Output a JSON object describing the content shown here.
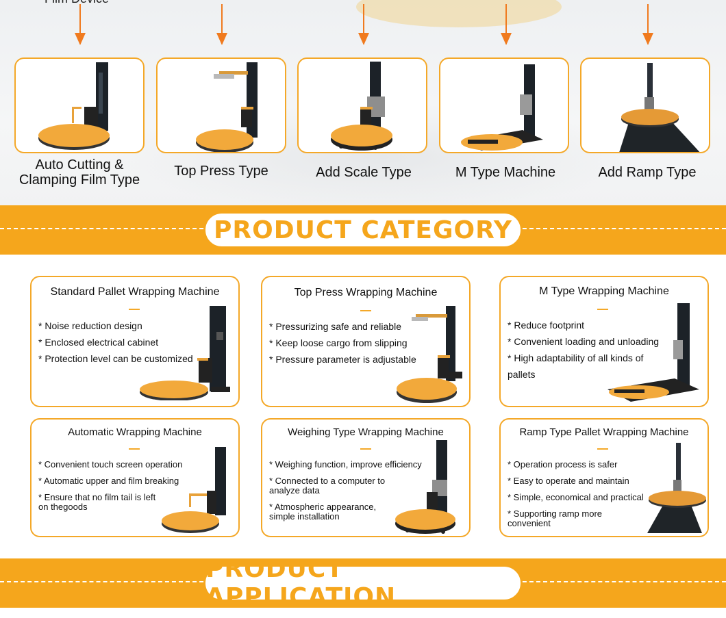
{
  "top_section": {
    "cut_text": "Film Device",
    "types": [
      {
        "label": "Auto Cutting & Clamping Film Type",
        "icon": "machine-basic"
      },
      {
        "label": "Top Press Type",
        "icon": "machine-top-press"
      },
      {
        "label": "Add Scale Type",
        "icon": "machine-scale"
      },
      {
        "label": "M Type Machine",
        "icon": "machine-m-type"
      },
      {
        "label": "Add Ramp Type",
        "icon": "machine-ramp"
      }
    ]
  },
  "category_band": {
    "title": "PRODUCT CATEGORY"
  },
  "products": [
    {
      "title": "Standard Pallet Wrapping Machine",
      "features": [
        "* Noise reduction design",
        "* Enclosed electrical cabinet",
        "* Protection level can be customized"
      ]
    },
    {
      "title": "Top Press Wrapping Machine",
      "features": [
        "* Pressurizing safe and reliable",
        "* Keep loose cargo from slipping",
        "* Pressure parameter is adjustable"
      ]
    },
    {
      "title": "M Type Wrapping Machine",
      "features": [
        "* Reduce footprint",
        "* Convenient loading and unloading",
        "* High adaptability of all kinds of",
        "pallets"
      ]
    },
    {
      "title": "Automatic Wrapping Machine",
      "features": [
        "* Convenient touch screen operation",
        "* Automatic upper and film breaking",
        "* Ensure that no film tail is left",
        "on thegoods"
      ]
    },
    {
      "title": "Weighing Type Wrapping Machine",
      "features": [
        "* Weighing function, improve efficiency",
        "* Connected to a computer to",
        "analyze data",
        "* Atmospheric appearance,",
        "simple installation"
      ]
    },
    {
      "title": "Ramp Type Pallet Wrapping Machine",
      "features": [
        "* Operation process is safer",
        "* Easy to operate and maintain",
        "* Simple, economical and practical",
        "* Supporting ramp more",
        "convenient"
      ]
    }
  ],
  "application_band": {
    "title": "PRODUCT APPLICATION"
  },
  "colors": {
    "accent": "#f5a61c",
    "border": "#f4a828",
    "arrow": "#f07a1e",
    "turntable": "#f2a93b"
  }
}
